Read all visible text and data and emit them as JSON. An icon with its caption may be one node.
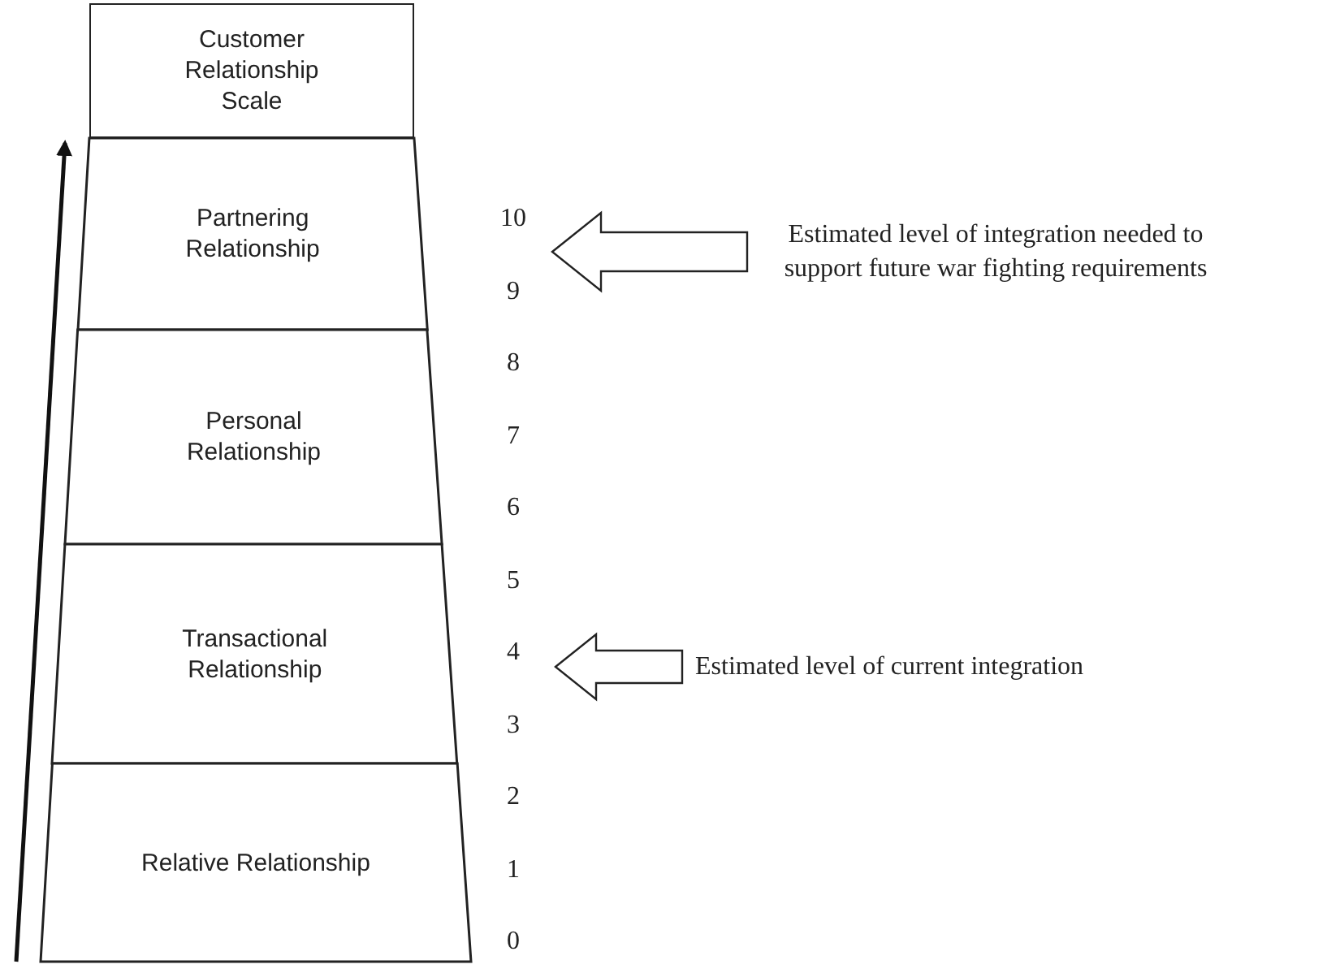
{
  "diagram": {
    "nodes": [
      {
        "text": [
          "Customer Relationship Scale"
        ]
      },
      {
        "text": [
          "Partnering Relationship"
        ]
      },
      {
        "text": [
          "Personal Relationship"
        ]
      },
      {
        "text": [
          "Transactional Relationship"
        ]
      },
      {
        "text": [
          "Relative Relationship"
        ]
      },
      {
        "text": [
          "Estimated level of integration needed to support future war fighting requirements"
        ]
      },
      {
        "text": [
          "Estimated level of current integration"
        ]
      }
    ],
    "edges": [
      {
        "from": 5,
        "to": null,
        "arrow": "to"
      },
      {
        "from": 6,
        "to": null,
        "arrow": "to"
      }
    ],
    "labels": [
      "10",
      "9",
      "8",
      "7",
      "6",
      "5",
      "4",
      "3",
      "2",
      "1",
      "0"
    ]
  }
}
